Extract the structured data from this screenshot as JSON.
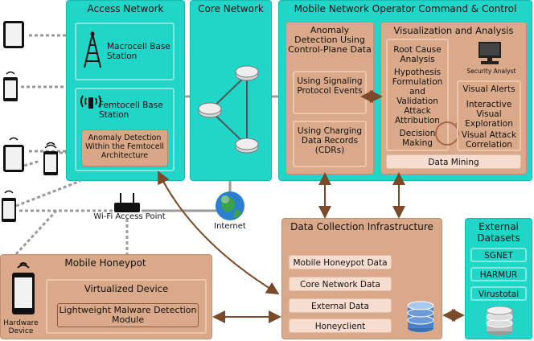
{
  "access_network": {
    "title": "Access Network",
    "macrocell": "Macrocell Base Station",
    "femtocell": "Femtocell Base Station",
    "femto_anomaly": "Anomaly Detection Within the Femtocell Architecture"
  },
  "core_network": {
    "title": "Core Network"
  },
  "mno": {
    "title": "Mobile Network Operator Command & Control",
    "anomaly_title": "Anomaly Detection Using Control-Plane Data",
    "signaling": "Using Signaling Protocol Events",
    "cdrs": "Using Charging Data Records (CDRs)",
    "viz_title": "Visualization and Analysis",
    "root_cause": "Root Cause Analysis",
    "hypothesis": "Hypothesis Formulation and Validation",
    "attack_attr": "Attack Attribution",
    "decision": "Decision Making",
    "security_analyst": "Security Analyst",
    "visual_alerts": "Visual Alerts",
    "interactive": "Interactive Visual Exploration",
    "correlation": "Visual Attack Correlation",
    "data_mining": "Data Mining"
  },
  "wifi_label": "Wi-Fi Access Point",
  "internet_label": "Internet",
  "honeypot": {
    "title": "Mobile Honeypot",
    "hardware": "Hardware Device",
    "virtualized": "Virtualized Device",
    "lightweight": "Lightweight Malware Detection Module"
  },
  "data_collection": {
    "title": "Data Collection Infrastructure",
    "items": [
      "Mobile Honeypot Data",
      "Core Network Data",
      "External Data",
      "Honeyclient"
    ]
  },
  "external": {
    "title": "External Datasets",
    "items": [
      "SGNET",
      "HARMUR",
      "Virustotal"
    ]
  },
  "colors": {
    "cyan": "#1fd6c9",
    "tan": "#d9a98a",
    "arrow": "#7a4a2a"
  }
}
